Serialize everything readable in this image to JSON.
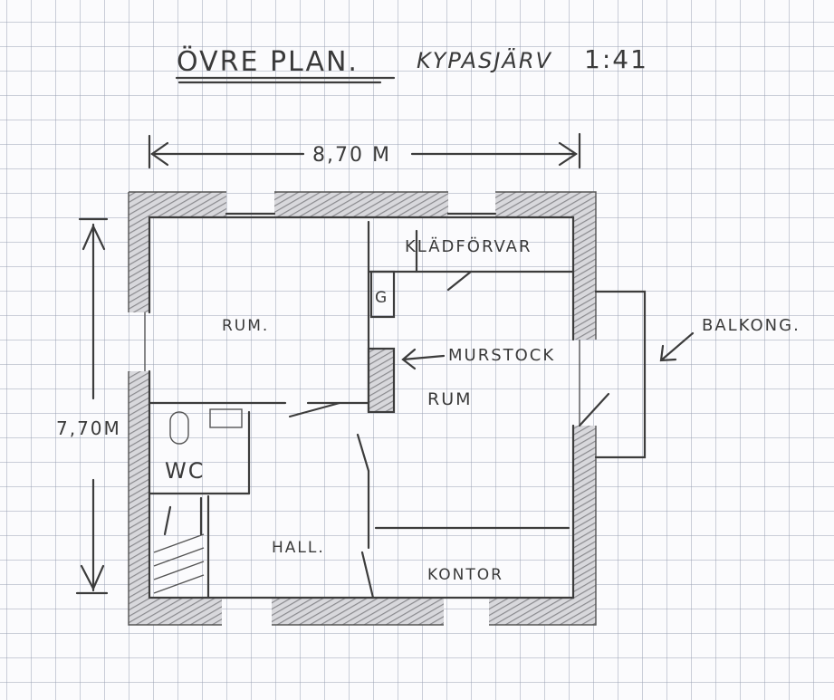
{
  "title": {
    "main": "ÖVRE PLAN.",
    "place": "KYPASJÄRV",
    "scale": "1:41"
  },
  "dimensions": {
    "width": "8,70 M",
    "height": "7,70M"
  },
  "rooms": {
    "rum_left": "RUM.",
    "kladforvar": "KLÄDFÖRVAR",
    "g": "G",
    "murstock": "MURSTOCK",
    "rum_right": "RUM",
    "wc": "WC",
    "hall": "HALL.",
    "kontor": "KONTOR",
    "balkong": "BALKONG."
  },
  "colors": {
    "paper": "#fbfbfd",
    "grid": "#9aa0b4",
    "pencil": "#3c3c3c"
  }
}
